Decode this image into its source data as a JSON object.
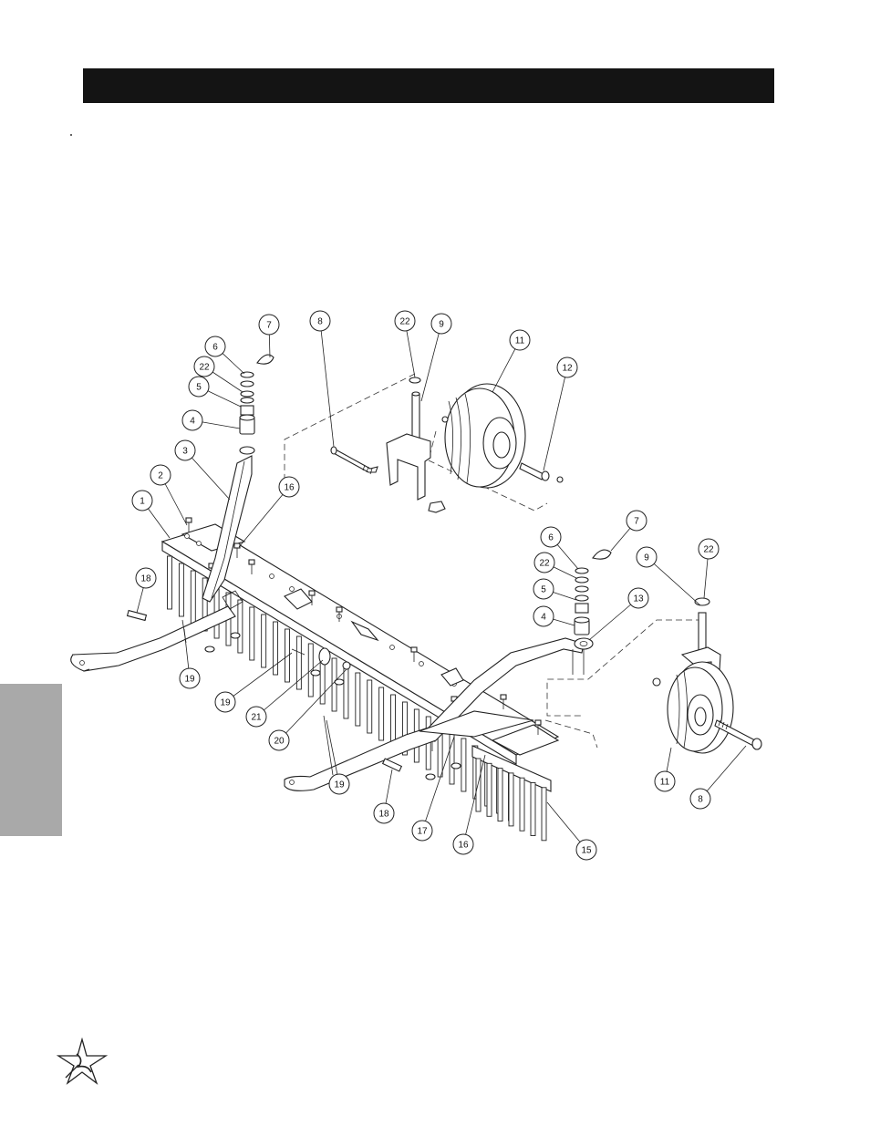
{
  "header": {
    "title": ""
  },
  "side_tab": {
    "label": ""
  },
  "diagram": {
    "callouts": [
      {
        "id": "c-7a",
        "label": "7"
      },
      {
        "id": "c-6a",
        "label": "6"
      },
      {
        "id": "c-22a",
        "label": "22"
      },
      {
        "id": "c-5a",
        "label": "5"
      },
      {
        "id": "c-4a",
        "label": "4"
      },
      {
        "id": "c-3",
        "label": "3"
      },
      {
        "id": "c-2",
        "label": "2"
      },
      {
        "id": "c-1",
        "label": "1"
      },
      {
        "id": "c-16a",
        "label": "16"
      },
      {
        "id": "c-8a",
        "label": "8"
      },
      {
        "id": "c-22b",
        "label": "22"
      },
      {
        "id": "c-9a",
        "label": "9"
      },
      {
        "id": "c-11a",
        "label": "11"
      },
      {
        "id": "c-12",
        "label": "12"
      },
      {
        "id": "c-18a",
        "label": "18"
      },
      {
        "id": "c-19a",
        "label": "19"
      },
      {
        "id": "c-19b",
        "label": "19"
      },
      {
        "id": "c-21",
        "label": "21"
      },
      {
        "id": "c-20",
        "label": "20"
      },
      {
        "id": "c-19c",
        "label": "19"
      },
      {
        "id": "c-18b",
        "label": "18"
      },
      {
        "id": "c-17",
        "label": "17"
      },
      {
        "id": "c-16b",
        "label": "16"
      },
      {
        "id": "c-15",
        "label": "15"
      },
      {
        "id": "c-7b",
        "label": "7"
      },
      {
        "id": "c-6b",
        "label": "6"
      },
      {
        "id": "c-22c",
        "label": "22"
      },
      {
        "id": "c-5b",
        "label": "5"
      },
      {
        "id": "c-4b",
        "label": "4"
      },
      {
        "id": "c-13",
        "label": "13"
      },
      {
        "id": "c-9b",
        "label": "9"
      },
      {
        "id": "c-22d",
        "label": "22"
      },
      {
        "id": "c-11b",
        "label": "11"
      },
      {
        "id": "c-8b",
        "label": "8"
      }
    ]
  },
  "logo": {
    "icon": "star-logo-icon"
  }
}
